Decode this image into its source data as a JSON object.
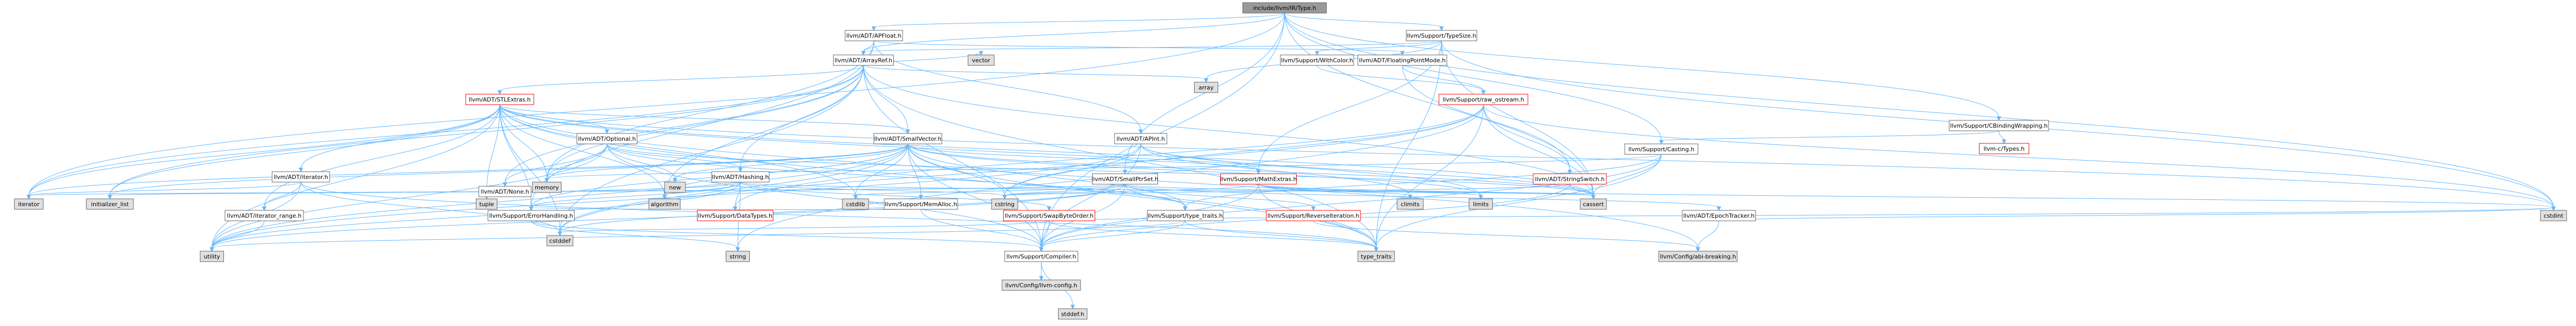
{
  "diagram": {
    "root": "include/llvm/IR/Type.h",
    "colors": {
      "root_fill": "#999999",
      "node_fill": "#ffffff",
      "system_fill": "#e0e0e0",
      "border": "#666666",
      "red_border": "#ff0000",
      "edge": "#63b8ff",
      "text": "#000000"
    },
    "nodes": [
      {
        "id": "type_h",
        "label": "include/llvm/IR/Type.h",
        "style": "root"
      },
      {
        "id": "apfloat",
        "label": "llvm/ADT/APFloat.h",
        "style": "normal"
      },
      {
        "id": "typesize",
        "label": "llvm/Support/TypeSize.h",
        "style": "normal"
      },
      {
        "id": "arrayref",
        "label": "llvm/ADT/ArrayRef.h",
        "style": "normal"
      },
      {
        "id": "withcolor",
        "label": "llvm/Support/WithColor.h",
        "style": "normal"
      },
      {
        "id": "floatingpointmode",
        "label": "llvm/ADT/FloatingPointMode.h",
        "style": "normal"
      },
      {
        "id": "vector",
        "label": "vector",
        "style": "system"
      },
      {
        "id": "array",
        "label": "array",
        "style": "system"
      },
      {
        "id": "stlextras",
        "label": "llvm/ADT/STLExtras.h",
        "style": "red"
      },
      {
        "id": "raw_ostream",
        "label": "llvm/Support/raw_ostream.h",
        "style": "red"
      },
      {
        "id": "cbinding",
        "label": "llvm/Support/CBindingWrapping.h",
        "style": "normal"
      },
      {
        "id": "llvmc_types",
        "label": "llvm-c/Types.h",
        "style": "red"
      },
      {
        "id": "optional",
        "label": "llvm/ADT/Optional.h",
        "style": "normal"
      },
      {
        "id": "smallvector",
        "label": "llvm/ADT/SmallVector.h",
        "style": "normal"
      },
      {
        "id": "apint",
        "label": "llvm/ADT/APInt.h",
        "style": "normal"
      },
      {
        "id": "casting",
        "label": "llvm/Support/Casting.h",
        "style": "normal"
      },
      {
        "id": "iterator_h",
        "label": "llvm/ADT/iterator.h",
        "style": "normal"
      },
      {
        "id": "none",
        "label": "llvm/ADT/None.h",
        "style": "normal"
      },
      {
        "id": "hashing",
        "label": "llvm/ADT/Hashing.h",
        "style": "normal"
      },
      {
        "id": "smallptrset",
        "label": "llvm/ADT/SmallPtrSet.h",
        "style": "normal"
      },
      {
        "id": "mathextras",
        "label": "llvm/Support/MathExtras.h",
        "style": "red"
      },
      {
        "id": "stringswitch",
        "label": "llvm/ADT/StringSwitch.h",
        "style": "red"
      },
      {
        "id": "memory",
        "label": "memory",
        "style": "system"
      },
      {
        "id": "new",
        "label": "new",
        "style": "system"
      },
      {
        "id": "iterator_sys",
        "label": "iterator",
        "style": "system"
      },
      {
        "id": "initializer_list",
        "label": "initializer_list",
        "style": "system"
      },
      {
        "id": "iterator_range",
        "label": "llvm/ADT/iterator_range.h",
        "style": "normal"
      },
      {
        "id": "errorhandling",
        "label": "llvm/Support/ErrorHandling.h",
        "style": "normal"
      },
      {
        "id": "tuple",
        "label": "tuple",
        "style": "system"
      },
      {
        "id": "algorithm",
        "label": "algorithm",
        "style": "system"
      },
      {
        "id": "memalloc",
        "label": "llvm/Support/MemAlloc.h",
        "style": "normal"
      },
      {
        "id": "datatypes",
        "label": "llvm/Support/DataTypes.h",
        "style": "red"
      },
      {
        "id": "cstring",
        "label": "cstring",
        "style": "system"
      },
      {
        "id": "cstdlib",
        "label": "cstdlib",
        "style": "system"
      },
      {
        "id": "swapbyteorder",
        "label": "llvm/Support/SwapByteOrder.h",
        "style": "red"
      },
      {
        "id": "support_type_traits",
        "label": "llvm/Support/type_traits.h",
        "style": "normal"
      },
      {
        "id": "reverseiteration",
        "label": "llvm/Support/ReverseIteration.h",
        "style": "red"
      },
      {
        "id": "climits",
        "label": "climits",
        "style": "system"
      },
      {
        "id": "limits",
        "label": "limits",
        "style": "system"
      },
      {
        "id": "cassert",
        "label": "cassert",
        "style": "system"
      },
      {
        "id": "epochtracker",
        "label": "llvm/ADT/EpochTracker.h",
        "style": "normal"
      },
      {
        "id": "utility",
        "label": "utility",
        "style": "system"
      },
      {
        "id": "string",
        "label": "string",
        "style": "system"
      },
      {
        "id": "cstddef",
        "label": "cstddef",
        "style": "system"
      },
      {
        "id": "compiler",
        "label": "llvm/Support/Compiler.h",
        "style": "normal"
      },
      {
        "id": "type_traits",
        "label": "type_traits",
        "style": "system"
      },
      {
        "id": "abi_breaking",
        "label": "llvm/Config/abi-breaking.h",
        "style": "system"
      },
      {
        "id": "cstdint",
        "label": "cstdint",
        "style": "system"
      },
      {
        "id": "llvm_config",
        "label": "llvm/Config/llvm-config.h",
        "style": "system"
      },
      {
        "id": "stddef",
        "label": "stddef.h",
        "style": "system"
      }
    ],
    "edges": [
      [
        "type_h",
        "apfloat"
      ],
      [
        "type_h",
        "typesize"
      ],
      [
        "type_h",
        "arrayref"
      ],
      [
        "type_h",
        "cbinding"
      ],
      [
        "type_h",
        "casting"
      ],
      [
        "type_h",
        "compiler"
      ],
      [
        "type_h",
        "cassert"
      ],
      [
        "type_h",
        "cstdint"
      ],
      [
        "type_h",
        "iterator_sys"
      ],
      [
        "type_h",
        "smallptrset"
      ],
      [
        "apfloat",
        "arrayref"
      ],
      [
        "apfloat",
        "floatingpointmode"
      ],
      [
        "apfloat",
        "apint"
      ],
      [
        "apfloat",
        "errorhandling"
      ],
      [
        "apfloat",
        "memory"
      ],
      [
        "typesize",
        "arrayref"
      ],
      [
        "typesize",
        "withcolor"
      ],
      [
        "typesize",
        "mathextras"
      ],
      [
        "typesize",
        "array"
      ],
      [
        "typesize",
        "cassert"
      ],
      [
        "typesize",
        "cstdint"
      ],
      [
        "typesize",
        "type_traits"
      ],
      [
        "withcolor",
        "raw_ostream"
      ],
      [
        "floatingpointmode",
        "stringswitch"
      ],
      [
        "floatingpointmode",
        "raw_ostream"
      ],
      [
        "arrayref",
        "hashing"
      ],
      [
        "arrayref",
        "none"
      ],
      [
        "arrayref",
        "smallvector"
      ],
      [
        "arrayref",
        "stlextras"
      ],
      [
        "arrayref",
        "compiler"
      ],
      [
        "arrayref",
        "algorithm"
      ],
      [
        "arrayref",
        "array"
      ],
      [
        "arrayref",
        "cassert"
      ],
      [
        "arrayref",
        "cstddef"
      ],
      [
        "arrayref",
        "initializer_list"
      ],
      [
        "arrayref",
        "iterator_sys"
      ],
      [
        "arrayref",
        "memory"
      ],
      [
        "arrayref",
        "type_traits"
      ],
      [
        "arrayref",
        "vector"
      ],
      [
        "stlextras",
        "optional"
      ],
      [
        "stlextras",
        "iterator_h"
      ],
      [
        "stlextras",
        "iterator_range"
      ],
      [
        "stlextras",
        "errorhandling"
      ],
      [
        "stlextras",
        "cassert"
      ],
      [
        "stlextras",
        "cstddef"
      ],
      [
        "stlextras",
        "cstdint"
      ],
      [
        "stlextras",
        "cstdlib"
      ],
      [
        "stlextras",
        "algorithm"
      ],
      [
        "stlextras",
        "initializer_list"
      ],
      [
        "stlextras",
        "iterator_sys"
      ],
      [
        "stlextras",
        "limits"
      ],
      [
        "stlextras",
        "memory"
      ],
      [
        "stlextras",
        "tuple"
      ],
      [
        "stlextras",
        "type_traits"
      ],
      [
        "stlextras",
        "utility"
      ],
      [
        "stlextras",
        "abi_breaking"
      ],
      [
        "stlextras",
        "smallvector"
      ],
      [
        "raw_ostream",
        "stringswitch"
      ],
      [
        "raw_ostream",
        "datatypes"
      ],
      [
        "raw_ostream",
        "cassert"
      ],
      [
        "raw_ostream",
        "cstddef"
      ],
      [
        "raw_ostream",
        "cstdint"
      ],
      [
        "raw_ostream",
        "cstring"
      ],
      [
        "raw_ostream",
        "string"
      ],
      [
        "raw_ostream",
        "type_traits"
      ],
      [
        "cbinding",
        "casting"
      ],
      [
        "cbinding",
        "llvmc_types"
      ],
      [
        "optional",
        "hashing"
      ],
      [
        "optional",
        "none"
      ],
      [
        "optional",
        "compiler"
      ],
      [
        "optional",
        "support_type_traits"
      ],
      [
        "optional",
        "cassert"
      ],
      [
        "optional",
        "memory"
      ],
      [
        "optional",
        "new"
      ],
      [
        "optional",
        "utility"
      ],
      [
        "smallvector",
        "compiler"
      ],
      [
        "smallvector",
        "errorhandling"
      ],
      [
        "smallvector",
        "memalloc"
      ],
      [
        "smallvector",
        "support_type_traits"
      ],
      [
        "smallvector",
        "algorithm"
      ],
      [
        "smallvector",
        "cassert"
      ],
      [
        "smallvector",
        "cstddef"
      ],
      [
        "smallvector",
        "cstdlib"
      ],
      [
        "smallvector",
        "cstring"
      ],
      [
        "smallvector",
        "initializer_list"
      ],
      [
        "smallvector",
        "iterator_sys"
      ],
      [
        "smallvector",
        "limits"
      ],
      [
        "smallvector",
        "memory"
      ],
      [
        "smallvector",
        "new"
      ],
      [
        "smallvector",
        "type_traits"
      ],
      [
        "smallvector",
        "utility"
      ],
      [
        "smallvector",
        "mathextras"
      ],
      [
        "apint",
        "compiler"
      ],
      [
        "apint",
        "mathextras"
      ],
      [
        "apint",
        "cassert"
      ],
      [
        "apint",
        "climits"
      ],
      [
        "apint",
        "cstring"
      ],
      [
        "apint",
        "utility"
      ],
      [
        "casting",
        "compiler"
      ],
      [
        "casting",
        "support_type_traits"
      ],
      [
        "casting",
        "cassert"
      ],
      [
        "casting",
        "memory"
      ],
      [
        "casting",
        "type_traits"
      ],
      [
        "iterator_h",
        "iterator_range"
      ],
      [
        "iterator_h",
        "cstddef"
      ],
      [
        "iterator_h",
        "iterator_sys"
      ],
      [
        "iterator_h",
        "type_traits"
      ],
      [
        "iterator_h",
        "utility"
      ],
      [
        "iterator_range",
        "utility"
      ],
      [
        "hashing",
        "errorhandling"
      ],
      [
        "hashing",
        "swapbyteorder"
      ],
      [
        "hashing",
        "datatypes"
      ],
      [
        "hashing",
        "algorithm"
      ],
      [
        "hashing",
        "cassert"
      ],
      [
        "hashing",
        "cstring"
      ],
      [
        "hashing",
        "string"
      ],
      [
        "hashing",
        "tuple"
      ],
      [
        "hashing",
        "utility"
      ],
      [
        "smallptrset",
        "epochtracker"
      ],
      [
        "smallptrset",
        "compiler"
      ],
      [
        "smallptrset",
        "reverseiteration"
      ],
      [
        "smallptrset",
        "support_type_traits"
      ],
      [
        "smallptrset",
        "cassert"
      ],
      [
        "smallptrset",
        "cstddef"
      ],
      [
        "smallptrset",
        "cstdlib"
      ],
      [
        "smallptrset",
        "cstring"
      ],
      [
        "smallptrset",
        "initializer_list"
      ],
      [
        "smallptrset",
        "iterator_sys"
      ],
      [
        "smallptrset",
        "utility"
      ],
      [
        "mathextras",
        "compiler"
      ],
      [
        "mathextras",
        "cassert"
      ],
      [
        "mathextras",
        "climits"
      ],
      [
        "mathextras",
        "cstdint"
      ],
      [
        "mathextras",
        "cstring"
      ],
      [
        "mathextras",
        "limits"
      ],
      [
        "mathextras",
        "type_traits"
      ],
      [
        "stringswitch",
        "compiler"
      ],
      [
        "stringswitch",
        "cassert"
      ],
      [
        "stringswitch",
        "cstring"
      ],
      [
        "memalloc",
        "compiler"
      ],
      [
        "memalloc",
        "errorhandling"
      ],
      [
        "memalloc",
        "cstdlib"
      ],
      [
        "errorhandling",
        "compiler"
      ],
      [
        "errorhandling",
        "string"
      ],
      [
        "swapbyteorder",
        "compiler"
      ],
      [
        "swapbyteorder",
        "cstddef"
      ],
      [
        "swapbyteorder",
        "cstdint"
      ],
      [
        "swapbyteorder",
        "type_traits"
      ],
      [
        "support_type_traits",
        "compiler"
      ],
      [
        "support_type_traits",
        "type_traits"
      ],
      [
        "support_type_traits",
        "utility"
      ],
      [
        "reverseiteration",
        "abi_breaking"
      ],
      [
        "epochtracker",
        "abi_breaking"
      ],
      [
        "epochtracker",
        "cstdint"
      ],
      [
        "compiler",
        "llvm_config"
      ],
      [
        "compiler",
        "stddef"
      ]
    ]
  }
}
